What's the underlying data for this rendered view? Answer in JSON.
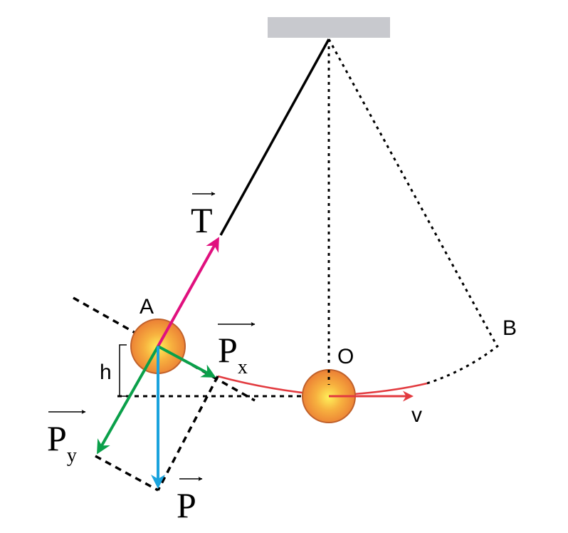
{
  "labels": {
    "tension": "T",
    "point_a": "A",
    "point_b": "B",
    "point_o": "O",
    "parallel_component": "P",
    "parallel_sub": "x",
    "perpendicular_component": "P",
    "perpendicular_sub": "y",
    "weight": "P",
    "height": "h",
    "velocity": "v"
  },
  "colors": {
    "support": "#c8c9ce",
    "string": "#000000",
    "tension_arrow": "#e0107e",
    "component_arrows": "#0aa04a",
    "weight_arrow": "#1aa3dd",
    "velocity_and_path": "#e23a3f",
    "bob_fill": "#f28a3c",
    "bob_highlight": "#ffe24a",
    "bob_stroke": "#b9582a"
  }
}
